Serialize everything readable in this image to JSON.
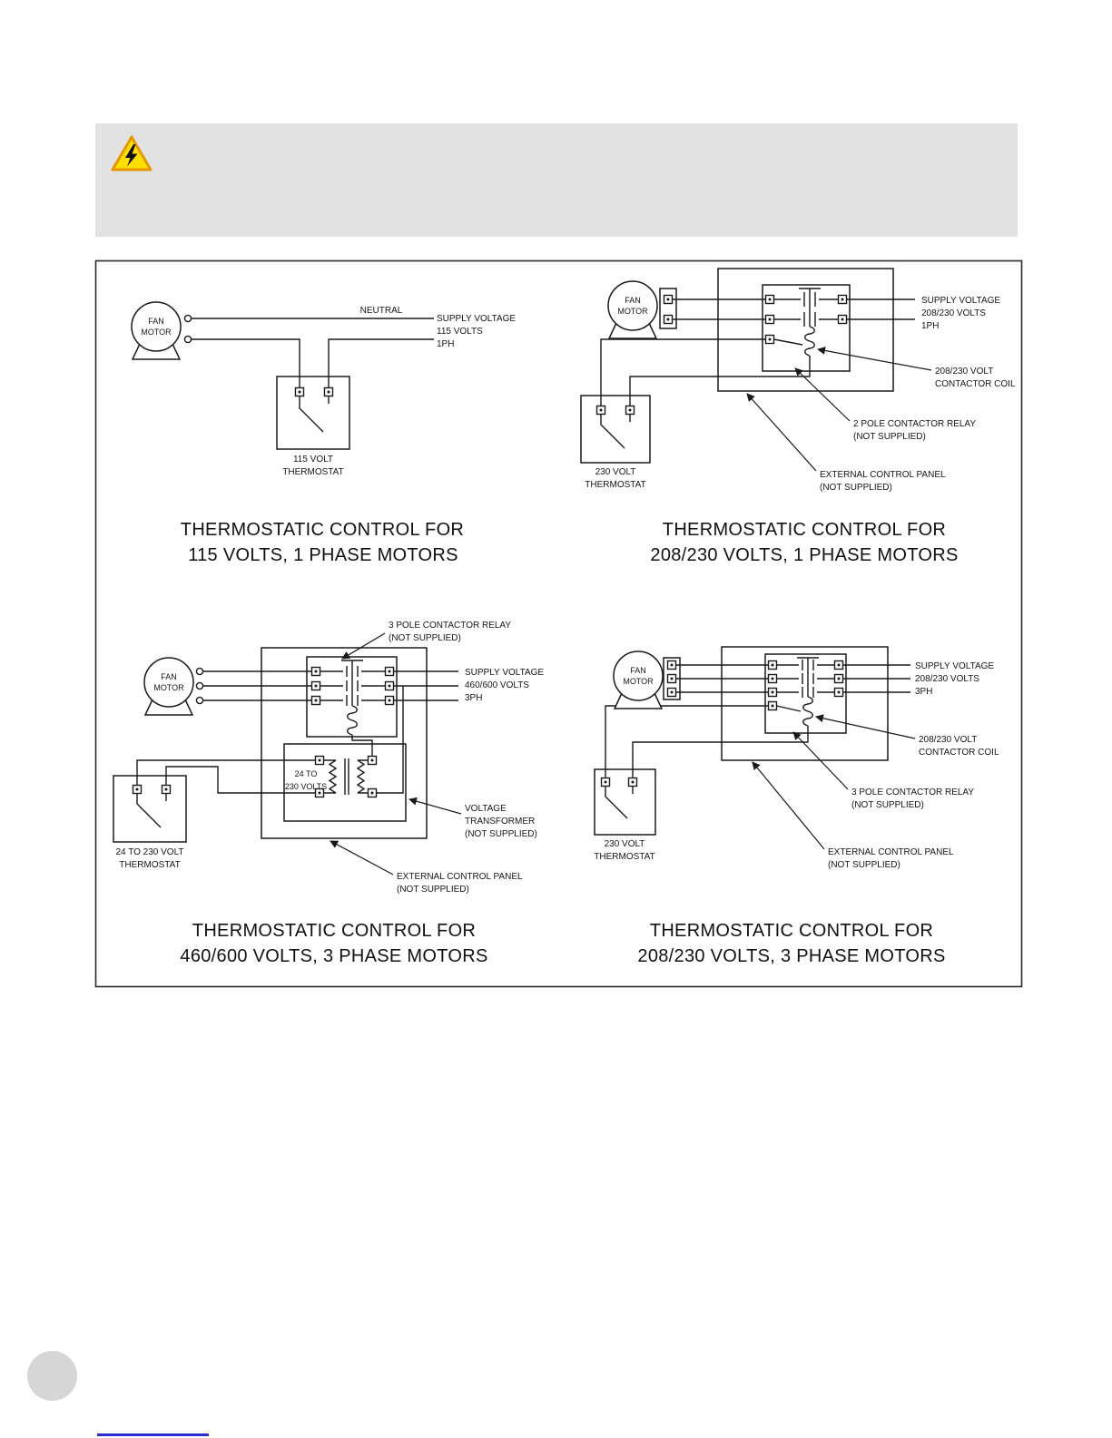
{
  "warning_banner": {
    "icon": "high-voltage-warning-icon"
  },
  "colors": {
    "line": "#1a1a1a",
    "banner_gray": "#e2e2e2",
    "warning_yellow": "#ffdf00",
    "warning_orange": "#e59700",
    "page_circle_gray": "#d6d6d6",
    "link_blue": "#2b2bd4"
  },
  "diagrams": {
    "q1": {
      "motor": [
        "FAN",
        "MOTOR"
      ],
      "neutral_label": "NEUTRAL",
      "supply_lines": [
        "SUPPLY VOLTAGE",
        "115 VOLTS",
        "1PH"
      ],
      "thermostat_label": [
        "115 VOLT",
        "THERMOSTAT"
      ],
      "title": [
        "THERMOSTATIC CONTROL FOR",
        "115 VOLTS,  1 PHASE MOTORS"
      ]
    },
    "q2": {
      "motor": [
        "FAN",
        "MOTOR"
      ],
      "supply_lines": [
        "SUPPLY VOLTAGE",
        "208/230 VOLTS",
        "1PH"
      ],
      "coil_label": [
        "208/230 VOLT",
        "CONTACTOR COIL"
      ],
      "relay_label": [
        "2 POLE CONTACTOR RELAY",
        "(NOT SUPPLIED)"
      ],
      "panel_label": [
        "EXTERNAL CONTROL PANEL",
        "(NOT SUPPLIED)"
      ],
      "thermostat_label": [
        "230 VOLT",
        "THERMOSTAT"
      ],
      "title": [
        "THERMOSTATIC CONTROL FOR",
        "208/230 VOLTS,  1 PHASE MOTORS"
      ]
    },
    "q3": {
      "motor": [
        "FAN",
        "MOTOR"
      ],
      "relay_label": [
        "3 POLE CONTACTOR RELAY",
        "(NOT SUPPLIED)"
      ],
      "supply_lines": [
        "SUPPLY VOLTAGE",
        "460/600 VOLTS",
        "3PH"
      ],
      "transformer_rating": [
        "24 TO",
        "230 VOLTS"
      ],
      "transformer_label": [
        "VOLTAGE",
        "TRANSFORMER",
        "(NOT SUPPLIED)"
      ],
      "panel_label": [
        "EXTERNAL CONTROL PANEL",
        "(NOT SUPPLIED)"
      ],
      "thermostat_label": [
        "24 TO 230 VOLT",
        "THERMOSTAT"
      ],
      "title": [
        "THERMOSTATIC CONTROL FOR",
        "460/600 VOLTS,  3 PHASE MOTORS"
      ]
    },
    "q4": {
      "motor": [
        "FAN",
        "MOTOR"
      ],
      "supply_lines": [
        "SUPPLY VOLTAGE",
        "208/230 VOLTS",
        "3PH"
      ],
      "coil_label": [
        "208/230 VOLT",
        "CONTACTOR COIL"
      ],
      "relay_label": [
        "3 POLE CONTACTOR RELAY",
        "(NOT SUPPLIED)"
      ],
      "panel_label": [
        "EXTERNAL CONTROL PANEL",
        "(NOT SUPPLIED)"
      ],
      "thermostat_label": [
        "230 VOLT",
        "THERMOSTAT"
      ],
      "title": [
        "THERMOSTATIC CONTROL FOR",
        "208/230 VOLTS,  3 PHASE MOTORS"
      ]
    }
  }
}
